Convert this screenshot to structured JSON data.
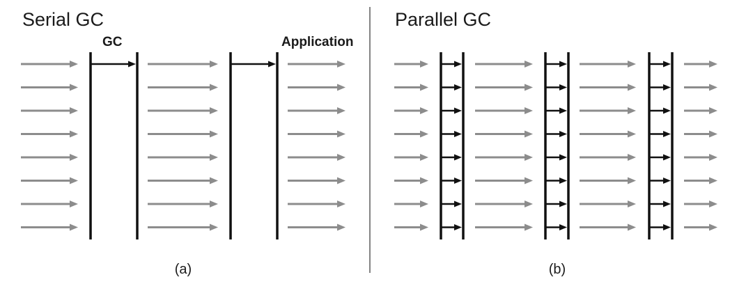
{
  "panels": {
    "left": {
      "title": "Serial GC",
      "gc_label": "GC",
      "application_label": "Application",
      "caption": "(a)"
    },
    "right": {
      "title": "Parallel GC",
      "caption": "(b)"
    }
  },
  "diagram": {
    "thread_count": 8,
    "serial": {
      "gc_pauses": 2,
      "gc_threads": 1,
      "application_phases": 3
    },
    "parallel": {
      "gc_pauses": 3,
      "gc_threads": 8,
      "application_phases": 4
    },
    "colors": {
      "application_arrow": "#8c8c8c",
      "gc_arrow": "#111111",
      "pause_bar": "#111111",
      "divider": "#333333",
      "text": "#1a1a1a",
      "background": "#ffffff"
    }
  }
}
